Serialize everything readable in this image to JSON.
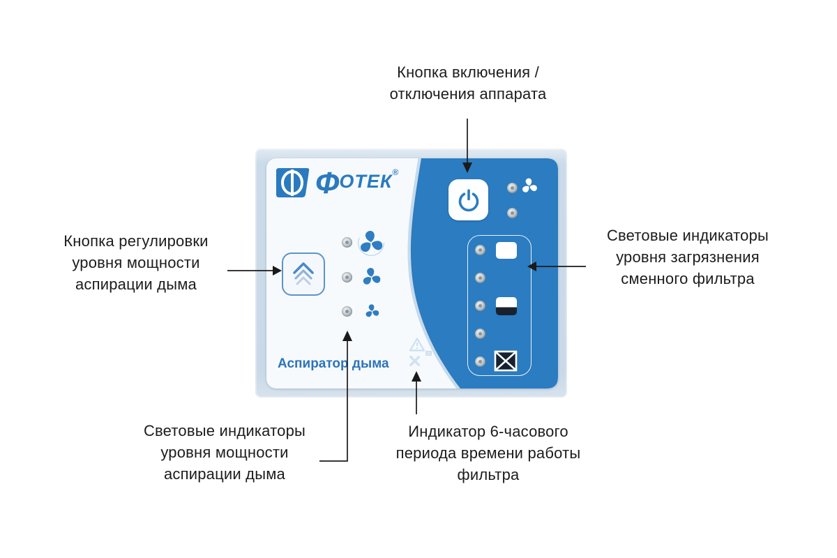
{
  "annotations": {
    "power_button": {
      "lines": [
        "Кнопка включения /",
        "отключения аппарата"
      ]
    },
    "power_adjust": {
      "lines": [
        "Кнопка регулировки",
        "уровня мощности",
        "аспирации дыма"
      ]
    },
    "filter_contamination": {
      "lines": [
        "Световые индикаторы",
        "уровня загрязнения",
        "сменного фильтра"
      ]
    },
    "power_level_leds": {
      "lines": [
        "Световые индикаторы",
        "уровня мощности",
        "аспирации дыма"
      ]
    },
    "filter_period": {
      "lines": [
        "Индикатор 6-часового",
        "периода времени работы",
        "фильтра"
      ]
    }
  },
  "device_panel": {
    "logo": {
      "symbol": "Ф",
      "text": "ОТЕК",
      "reg": "®"
    },
    "product_name": "Аспиратор дыма"
  },
  "icons": {
    "logo_mark": "fotek-logo-icon",
    "power": "power-icon",
    "fan_white": "fan-icon",
    "moon": "moon-icon",
    "chevron_up": "chevron-up-triple-icon",
    "fan_large": "fan-icon",
    "fan_medium": "fan-icon",
    "fan_small": "fan-icon",
    "warning": "warning-triangle-icon",
    "tools": "crossed-tools-icon",
    "filter_clean": "filter-clean-icon",
    "filter_half": "filter-half-dirty-icon",
    "filter_replace": "filter-replace-icon"
  },
  "colors": {
    "panel_blue": "#2b7cc0",
    "device_surface": "#c9d9e8",
    "logo_blue": "#2a7abf",
    "label_text": "#1c1c1e",
    "product_name_blue": "#2c74ba",
    "arrow_black": "#1a1a1a",
    "led_gray": "#aeb7be"
  }
}
